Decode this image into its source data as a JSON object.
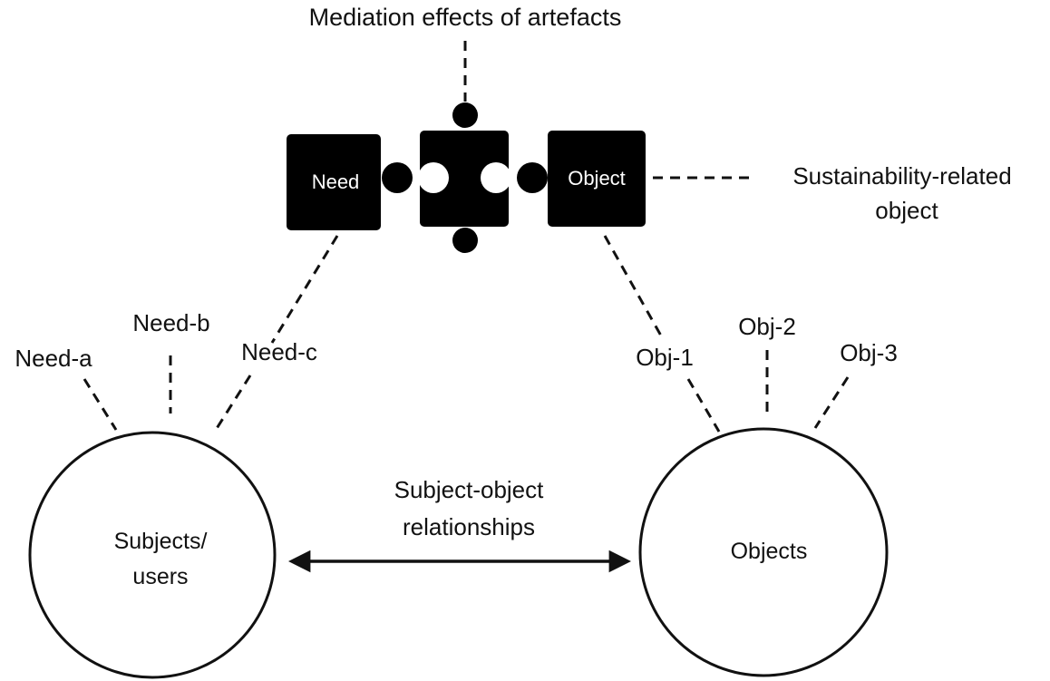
{
  "title": "Mediation effects of artefacts",
  "puzzle": {
    "left_piece": "Need",
    "right_piece": "Object"
  },
  "sustainability": {
    "line1": "Sustainability-related",
    "line2": "object"
  },
  "needs": [
    "Need-a",
    "Need-b",
    "Need-c"
  ],
  "objs": [
    "Obj-1",
    "Obj-2",
    "Obj-3"
  ],
  "subjects": {
    "line1": "Subjects/",
    "line2": "users"
  },
  "objects_label": "Objects",
  "relationship": {
    "line1": "Subject-object",
    "line2": "relationships"
  },
  "colors": {
    "ink": "#111111",
    "piece_fill": "#000000",
    "piece_text": "#ffffff",
    "background": "#ffffff"
  }
}
